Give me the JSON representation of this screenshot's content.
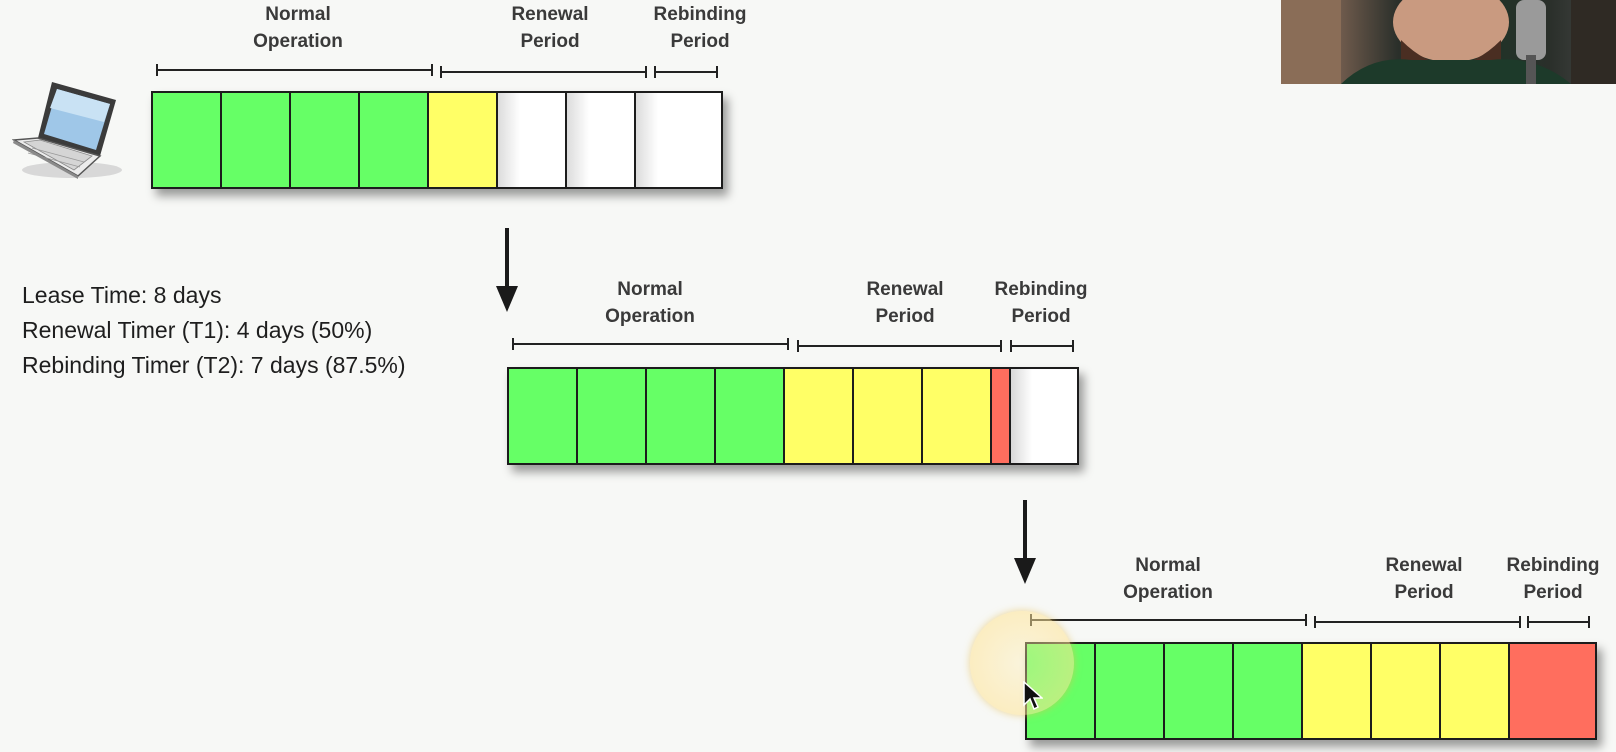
{
  "info": {
    "lease": "Lease Time: 8 days",
    "t1": "Renewal Timer (T1): 4 days (50%)",
    "t2": "Rebinding Timer (T2): 7 days (87.5%)"
  },
  "labels": {
    "normal": "Normal\nOperation",
    "renewal": "Renewal\nPeriod",
    "rebinding": "Rebinding\nPeriod"
  },
  "colors": {
    "green": "#66ff66",
    "yellow": "#ffff66",
    "red": "#ff6e5e",
    "white": "#ffffff"
  },
  "timelines": [
    {
      "name": "stage-1",
      "segments": [
        "green",
        "green",
        "green",
        "green",
        "yellow",
        "white",
        "white",
        "white"
      ]
    },
    {
      "name": "stage-2",
      "segments": [
        "green",
        "green",
        "green",
        "green",
        "yellow",
        "yellow",
        "yellow",
        "red-partial"
      ]
    },
    {
      "name": "stage-3",
      "segments": [
        "green",
        "green",
        "green",
        "green",
        "yellow",
        "yellow",
        "yellow",
        "red"
      ]
    }
  ],
  "icons": {
    "client": "laptop-icon",
    "next": "down-arrow-icon",
    "pointer": "mouse-cursor-icon"
  }
}
